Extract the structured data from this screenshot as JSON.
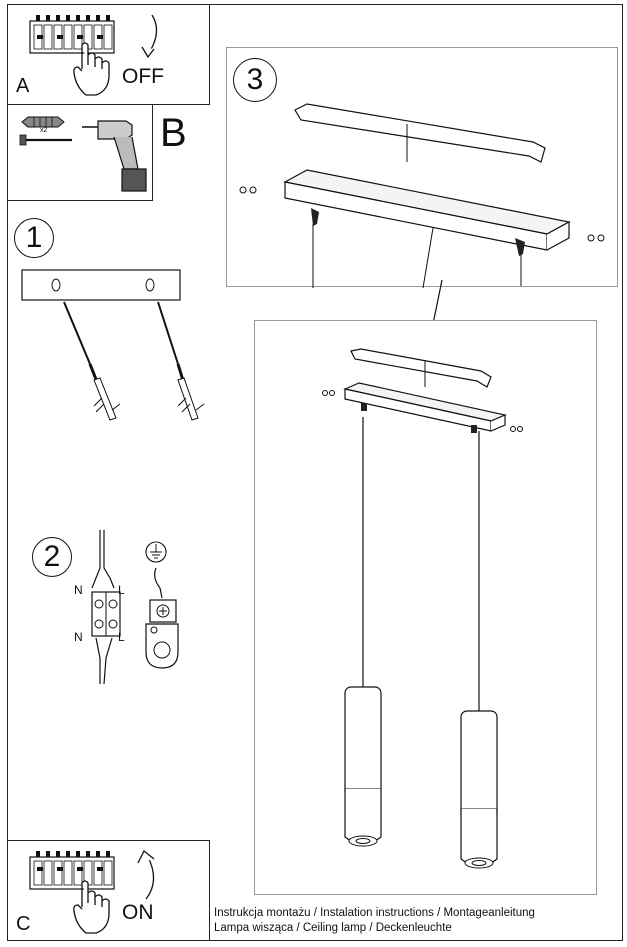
{
  "panel_a": {
    "letter": "A",
    "action": "OFF"
  },
  "panel_b": {
    "letter": "B",
    "quantity": "x2"
  },
  "panel_c": {
    "letter": "C",
    "action": "ON"
  },
  "steps": [
    {
      "number": "1"
    },
    {
      "number": "2",
      "wire_labels": {
        "n_top": "N",
        "l_top": "L",
        "n_bottom": "N",
        "l_bottom": "L"
      }
    },
    {
      "number": "3"
    }
  ],
  "footer": {
    "line1": "Instrukcja montażu / Instalation instructions / Montageanleitung",
    "line2": "Lampa wisząca / Ceiling lamp / Deckenleuchte"
  },
  "icons": [
    "circuit-breaker-icon",
    "hand-icon",
    "rotate-arrow-icon",
    "drill-icon",
    "wall-plug-icon",
    "screw-icon",
    "ground-symbol-icon",
    "terminal-block-icon",
    "ground-terminal-icon",
    "pendant-lamp-icon",
    "mounting-bracket-icon",
    "canopy-icon"
  ]
}
